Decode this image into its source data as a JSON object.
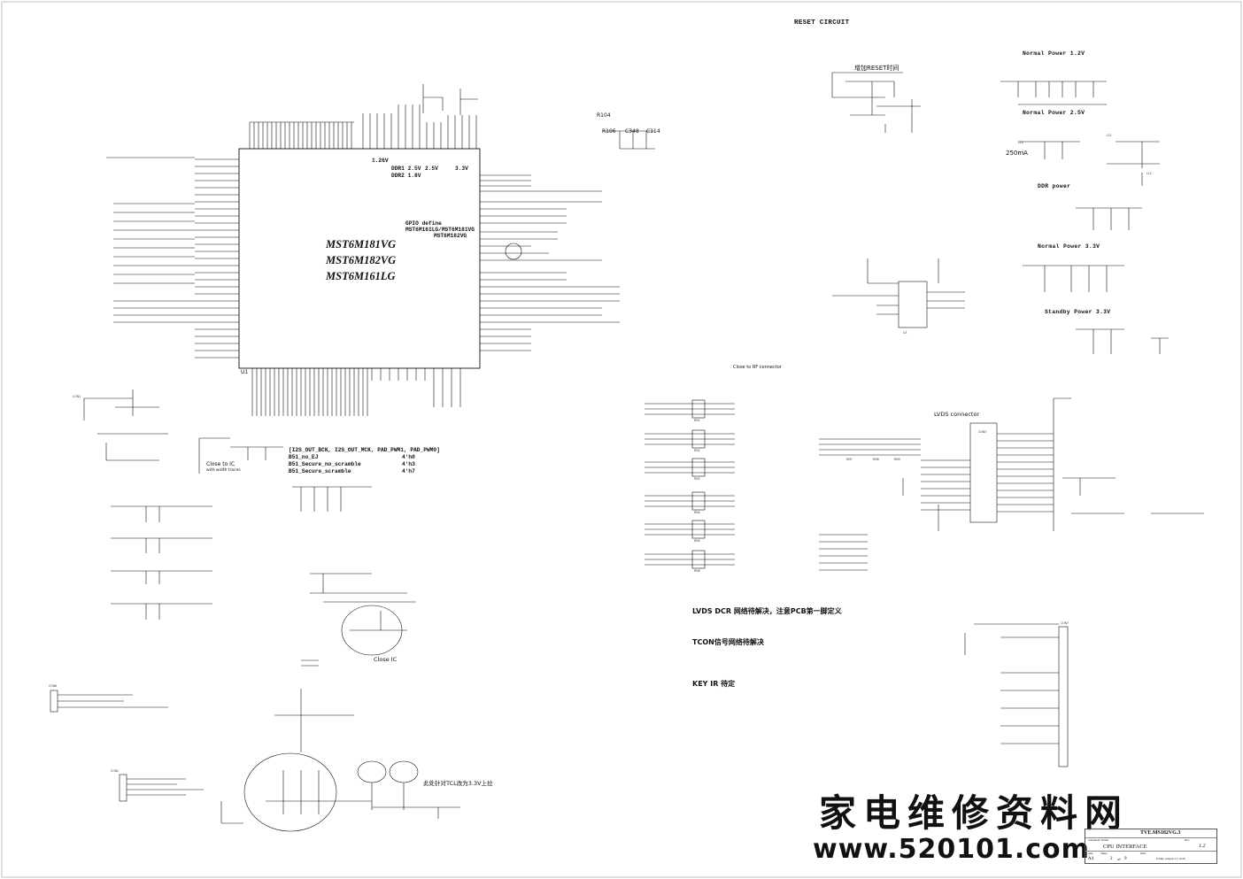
{
  "sheet": {
    "reset_title": "RESET CIRCUIT",
    "chip_names": [
      "MST6M181VG",
      "MST6M182VG",
      "MST6M161LG"
    ],
    "chip_ref": "U1",
    "gpio_define": [
      "GPIO define",
      "MST6M161LG/MST6M181VG",
      "MST6M182VG"
    ],
    "voltages": [
      "1.26V",
      "DDR1 2.5V",
      "DDR2 1.8V",
      "2.5V",
      "3.3V"
    ],
    "power_sections": [
      "Normal Power 1.2V",
      "Normal Power 2.5V",
      "DDR power",
      "Normal Power 3.3V",
      "Standby Power 3.3V"
    ],
    "current_note": "250mA",
    "reset_cn": "增加RESET时间",
    "config_table": {
      "header": "[I2S_OUT_BCK, I2S_OUT_MCK, PAD_PWM1, PAD_PWM0]",
      "rows": [
        {
          "name": "B51_no_EJ",
          "value": "4'h0"
        },
        {
          "name": "B51_Secure_no_scramble",
          "value": "4'h3"
        },
        {
          "name": "B51_Secure_scramble",
          "value": "4'h7"
        }
      ]
    },
    "close_to_ic": [
      "Close to IC",
      "with width traces"
    ],
    "close_ic": "Close IC",
    "close_rf": "Close to RF connector",
    "lvds_connector": "LVDS connector",
    "notes": [
      "LVDS  DCR  网络待解决，注意PCB第一脚定义",
      "TCON信号网络待解决",
      "KEY  IR  待定"
    ],
    "tcl_note": "此处针对TCL改为3.3V上拉",
    "watermark": [
      "家电维修资料网",
      "www.520101.com"
    ],
    "title_block": {
      "project": "TVE.MS182VG.3",
      "schematic_name_label": "Schematic Name",
      "schematic_name": "CPU INTERFACE",
      "rev_label": "Rev",
      "rev": "1.2",
      "size_label": "Size",
      "size": "A4",
      "sheet_label": "Sheet",
      "sheet": "2",
      "of_label": "of",
      "total": "9",
      "date_label": "Date",
      "date": "Friday, August 13, 2010"
    },
    "refdes": [
      "R104",
      "R106",
      "C348",
      "C114",
      "L10",
      "L11",
      "L12",
      "U3",
      "CON1",
      "CON2",
      "CON3",
      "CON6",
      "CON7",
      "RN1",
      "RN2",
      "RN3",
      "RN4",
      "RN5",
      "RN6",
      "RN7",
      "RN8",
      "RN9"
    ]
  },
  "colors": {
    "ink": "#111111",
    "grid": "#333333",
    "background": "#ffffff"
  }
}
